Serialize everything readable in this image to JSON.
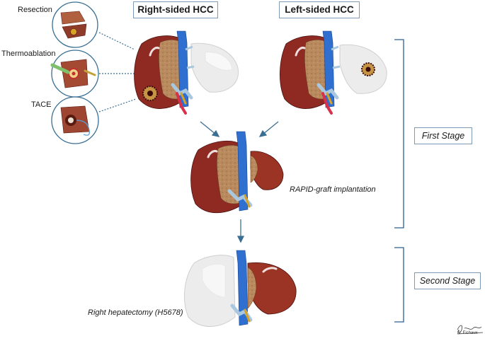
{
  "titles": {
    "right": "Right-sided HCC",
    "left": "Left-sided HCC"
  },
  "bridging": {
    "resection": "Resection",
    "thermoablation": "Thermoablation",
    "tace": "TACE"
  },
  "steps": {
    "implantation": "RAPID-graft implantation",
    "hepatectomy": "Right hepatectomy (H5678)"
  },
  "stages": {
    "first": "First Stage",
    "second": "Second Stage"
  },
  "signature": "D. Fichaux",
  "colors": {
    "liver": "#8e2a22",
    "liver_cut": "#b98a5e",
    "vessel_blue": "#2f6fd0",
    "artery_red": "#d8324a",
    "portal_lightblue": "#a9c8e0",
    "bile_yellow": "#d7a327",
    "ghost_liver": "#e8e8e8",
    "box_border": "#7f9bb5",
    "bracket": "#2c5f96"
  }
}
